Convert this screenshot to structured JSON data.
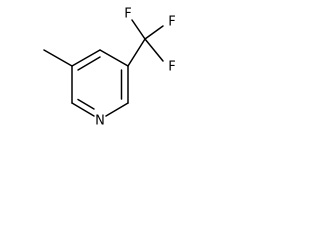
{
  "structure": {
    "atoms": {
      "nitrogen": "N",
      "fluorine_1": "F",
      "fluorine_2": "F",
      "fluorine_3": "F"
    }
  }
}
